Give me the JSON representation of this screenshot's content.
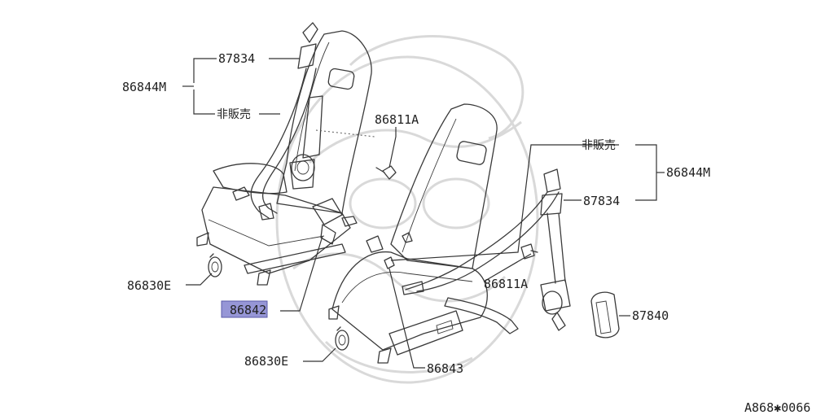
{
  "accent_color": "#9696d6",
  "labels": {
    "l_86844m_left": "86844M",
    "l_87834_left": "87834",
    "l_hihanbai_left": "非販売",
    "l_86811a_top": "86811A",
    "l_86830e_left": "86830E",
    "l_86842": "86842",
    "l_hihanbai_right": "非販売",
    "l_86844m_right": "86844M",
    "l_87834_right": "87834",
    "l_86811a_right": "86811A",
    "l_87840": "87840",
    "l_86830e_bottom": "86830E",
    "l_86843": "86843",
    "code": "A868✱0066"
  }
}
